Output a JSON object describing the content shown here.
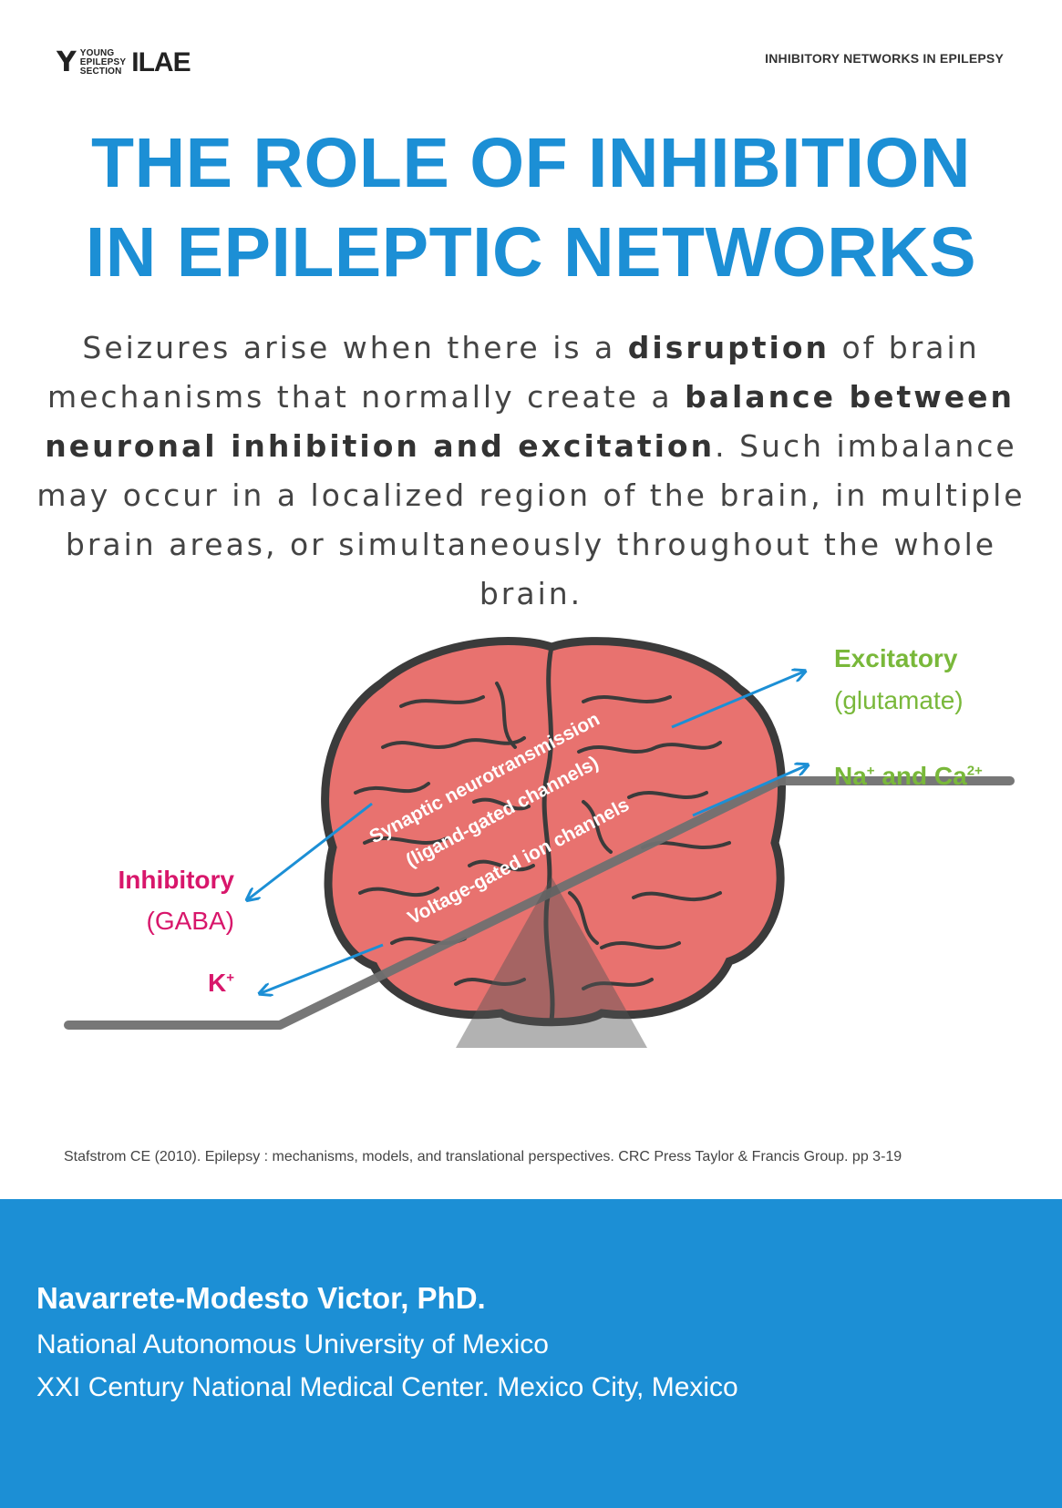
{
  "header": {
    "logo_line1": "YOUNG",
    "logo_line2": "EPILEPSY",
    "logo_line3": "SECTION",
    "logo_ilae": "ILAE",
    "series_title": "INHIBITORY NETWORKS IN EPILEPSY"
  },
  "title": {
    "line1": "THE ROLE OF INHIBITION",
    "line2": "IN EPILEPTIC NETWORKS"
  },
  "intro": {
    "p1a": "Seizures arise when there is a ",
    "p1b": "disruption",
    "p1c": " of brain mechanisms that normally create a ",
    "p1d": "balance between neuronal inhibition and excitation",
    "p1e": ". Such imbalance may occur in a localized region of the brain, in multiple brain areas, or simultaneously throughout the whole brain."
  },
  "diagram": {
    "excitatory": "Excitatory",
    "glutamate": "(glutamate)",
    "na": "Na",
    "na_sup": "+",
    "and_ca": " and Ca",
    "ca_sup": "2+",
    "inhibitory": "Inhibitory",
    "gaba": "(GABA)",
    "k": "K",
    "k_sup": "+",
    "synaptic1": "Synaptic neurotransmission",
    "synaptic2": "(ligand-gated channels)",
    "voltage": "Voltage-gated ion channels",
    "colors": {
      "excitatory": "#79b83a",
      "inhibitory": "#d8166b",
      "brain": "#e8726f",
      "outline": "#3b3b3b",
      "arrow": "#1c8fd5",
      "seesaw": "#707070"
    }
  },
  "citation": "Stafstrom CE (2010). Epilepsy : mechanisms, models, and translational perspectives. CRC Press Taylor & Francis Group. pp 3-19",
  "footer": {
    "author": "Navarrete-Modesto Victor, PhD.",
    "affiliation1": "National Autonomous University of Mexico",
    "affiliation2": "XXI Century National Medical Center. Mexico City, Mexico"
  }
}
